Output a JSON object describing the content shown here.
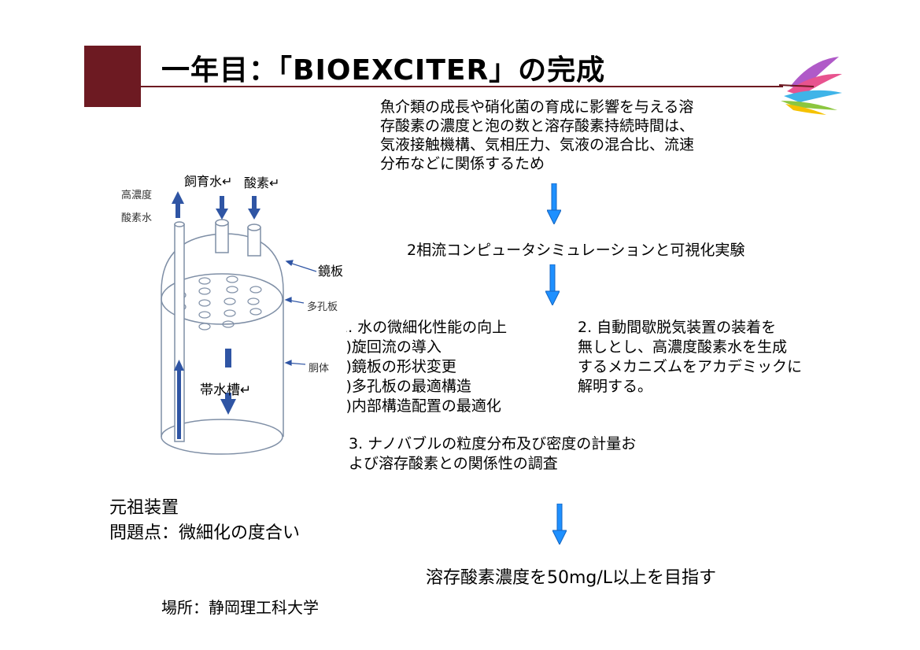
{
  "slide": {
    "title": "一年目：「BIOEXCITER」の完成",
    "intro_lines": [
      "魚介類の成長や硝化菌の育成に影響を与える溶",
      "存酸素の濃度と泡の数と溶存酸素持続時間は、",
      "気液接触機構、気相圧力、気液の混合比、流速",
      "分布などに関係するため"
    ],
    "simulation": "2相流コンピュータシミュレーションと可視化実験",
    "item1_lines": [
      "1. 水の微細化性能の向上",
      "(1)旋回流の導入",
      "(2)鏡板の形状変更",
      "(3)多孔板の最適構造",
      "(4)内部構造配置の最適化"
    ],
    "item2_lines": [
      "2. 自動間歇脱気装置の装着を",
      "無しとし、高濃度酸素水を生成",
      "するメカニズムをアカデミックに",
      "解明する。"
    ],
    "item3_lines": [
      "3. ナノバブルの粒度分布及び密度の計量お",
      "よび溶存酸素との関係性の調査"
    ],
    "origin_lines": [
      "元祖装置",
      "問題点：微細化の度合い"
    ],
    "goal": "溶存酸素濃度を50mg/L以上を目指す",
    "place": "場所：静岡理工科大学"
  },
  "diagram": {
    "label_high_do_1": "高濃度",
    "label_high_do_2": "酸素水",
    "label_feed_water": "飼育水↵",
    "label_oxygen": "酸素↵",
    "label_end_plate": "鏡板",
    "label_perforated_plate": "多孔板",
    "label_body": "胴体",
    "label_tank": "帯水槽↵"
  },
  "colors": {
    "accent": "#6d1a22",
    "flow_arrow": "#1e90ff",
    "diagram_arrow": "#2f55a4",
    "diagram_line": "#7f8fa6"
  }
}
